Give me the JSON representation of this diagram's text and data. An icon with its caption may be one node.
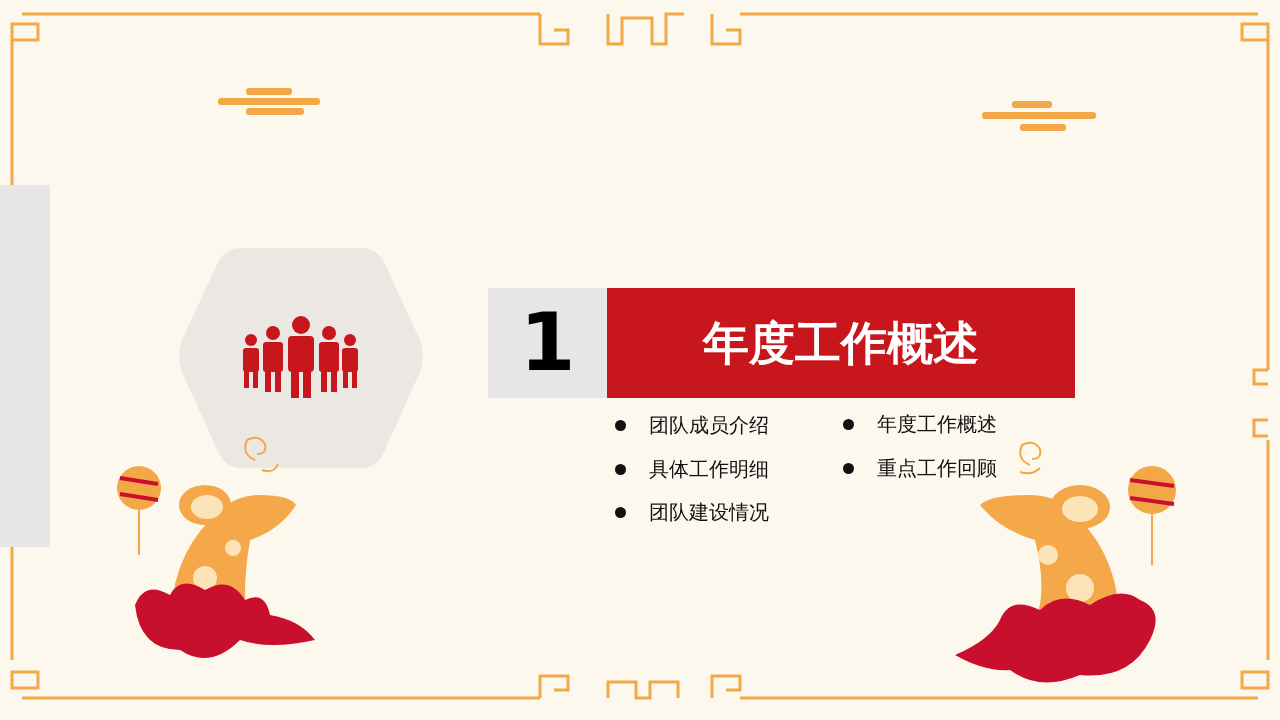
{
  "diagram": {
    "nodes": [
      {
        "text": [
          "1"
        ]
      },
      {
        "text": [
          "年度工作概述"
        ]
      }
    ],
    "labels": [
      "团队成员介绍",
      "年度工作概述",
      "具体工作明细",
      "重点工作回顾",
      "团队建设情况"
    ]
  }
}
